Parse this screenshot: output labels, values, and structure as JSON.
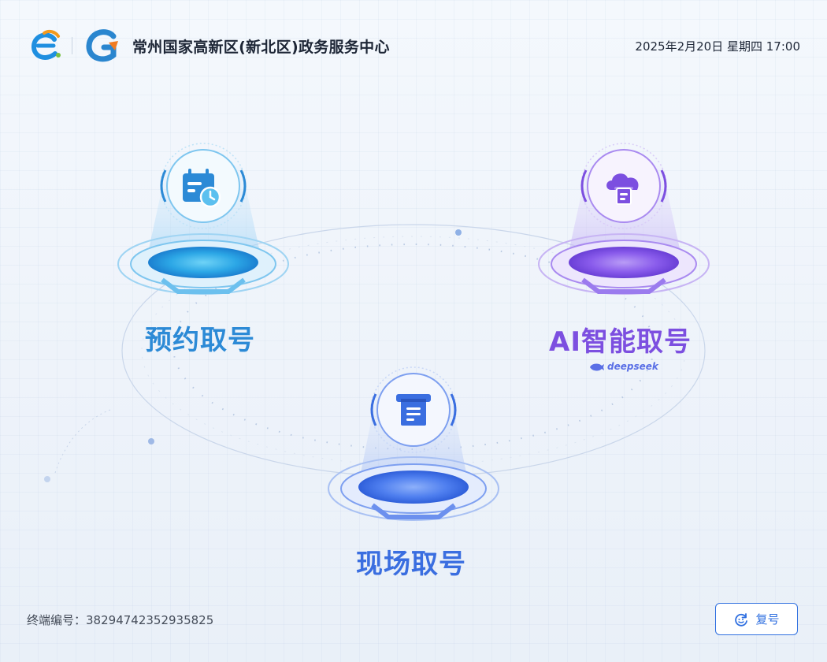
{
  "header": {
    "title": "常州国家高新区(新北区)政务服务中心",
    "datetime": "2025年2月20日  星期四 17:00",
    "logos": [
      "gov-service-logo",
      "district-logo"
    ]
  },
  "options": [
    {
      "id": "appointment",
      "label": "预约取号",
      "icon": "calendar-clock-icon",
      "color": "#2c8ad6"
    },
    {
      "id": "ai",
      "label": "AI智能取号",
      "icon": "cloud-ticket-icon",
      "color": "#7c4fe0",
      "brand": "deepseek"
    },
    {
      "id": "walk_in",
      "label": "现场取号",
      "icon": "ticket-printer-icon",
      "color": "#3a6ee0"
    }
  ],
  "footer": {
    "terminal_label": "终端编号：",
    "terminal_id": "38294742352935825",
    "recall_label": "复号",
    "recall_icon": "recall-icon"
  }
}
